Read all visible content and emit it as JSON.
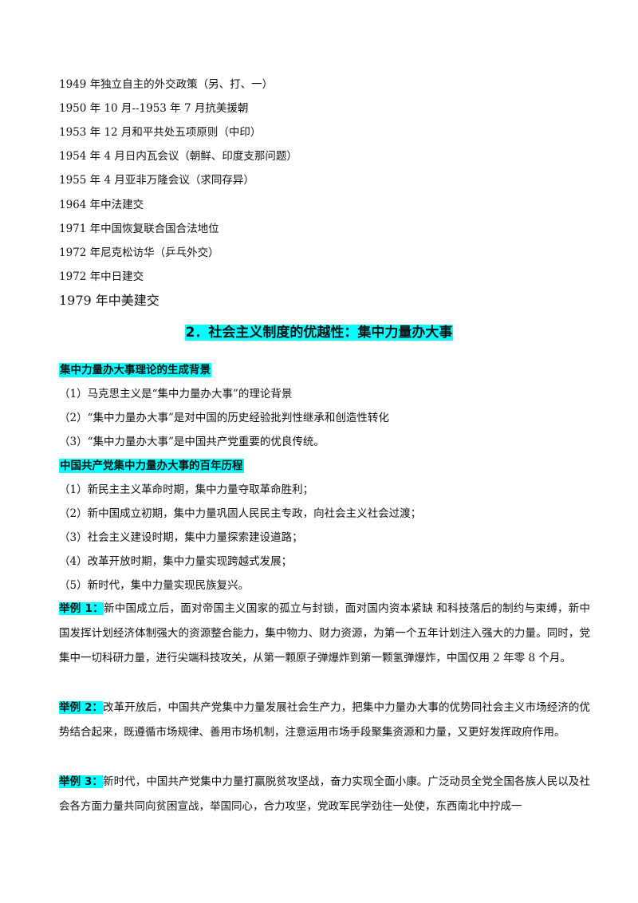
{
  "timeline": [
    "1949 年独立自主的外交政策（另、打、一）",
    "1950 年 10 月--1953 年 7 月抗美援朝",
    "1953 年 12 月和平共处五项原则（中印）",
    "1954 年 4 月日内瓦会议（朝鲜、印度支那问题）",
    "1955 年 4 月亚非万隆会议（求同存异）",
    "1964 年中法建交",
    "1971 年中国恢复联合国合法地位",
    "1972 年尼克松访华（乒乓外交）",
    "1972 年中日建交",
    "1979 年中美建交"
  ],
  "section_title": "2．社会主义制度的优越性：集中力量办大事",
  "background": {
    "heading": "集中力量办大事理论的生成背景",
    "items": [
      "（1）马克思主义是“集中力量办大事”的理论背景",
      "（2）“集中力量办大事”是对中国的历史经验批判性继承和创造性转化",
      "（3）“集中力量办大事”是中国共产党重要的优良传统。"
    ]
  },
  "history": {
    "heading": "中国共产党集中力量办大事的百年历程",
    "items": [
      "（1）新民主主义革命时期，集中力量夺取革命胜利；",
      "（2）新中国成立初期，集中力量巩固人民民主专政，向社会主义社会过渡；",
      "（3）社会主义建设时期，集中力量探索建设道路；",
      "（4）改革开放时期，集中力量实现跨越式发展；",
      "（5）新时代，集中力量实现民族复兴。"
    ]
  },
  "examples": [
    {
      "tag": "举例 1：",
      "text": "新中国成立后，面对帝国主义国家的孤立与封锁，面对国内资本紧缺 和科技落后的制约与束缚，新中国发挥计划经济体制强大的资源整合能力，集中物力、财力资源，为第一个五年计划注入强大的力量。同时，党集中一切科研力量，进行尖端科技攻关，从第一颗原子弹爆炸到第一颗氢弹爆炸，中国仅用 2 年零 8 个月。"
    },
    {
      "tag": "举例 2：",
      "text": "改革开放后，中国共产党集中力量发展社会生产力，把集中力量办大事的优势同社会主义市场经济的优势结合起来，既遵循市场规律、善用市场机制，注意运用市场手段聚集资源和力量，又更好发挥政府作用。"
    },
    {
      "tag": "举例 3：",
      "text": "新时代，中国共产党集中力量打赢脱贫攻坚战，奋力实现全面小康。广泛动员全党全国各族人民以及社会各方面力量共同向贫困宣战，举国同心，合力攻坚，党政军民学劲往一处使，东西南北中拧成一"
    }
  ]
}
